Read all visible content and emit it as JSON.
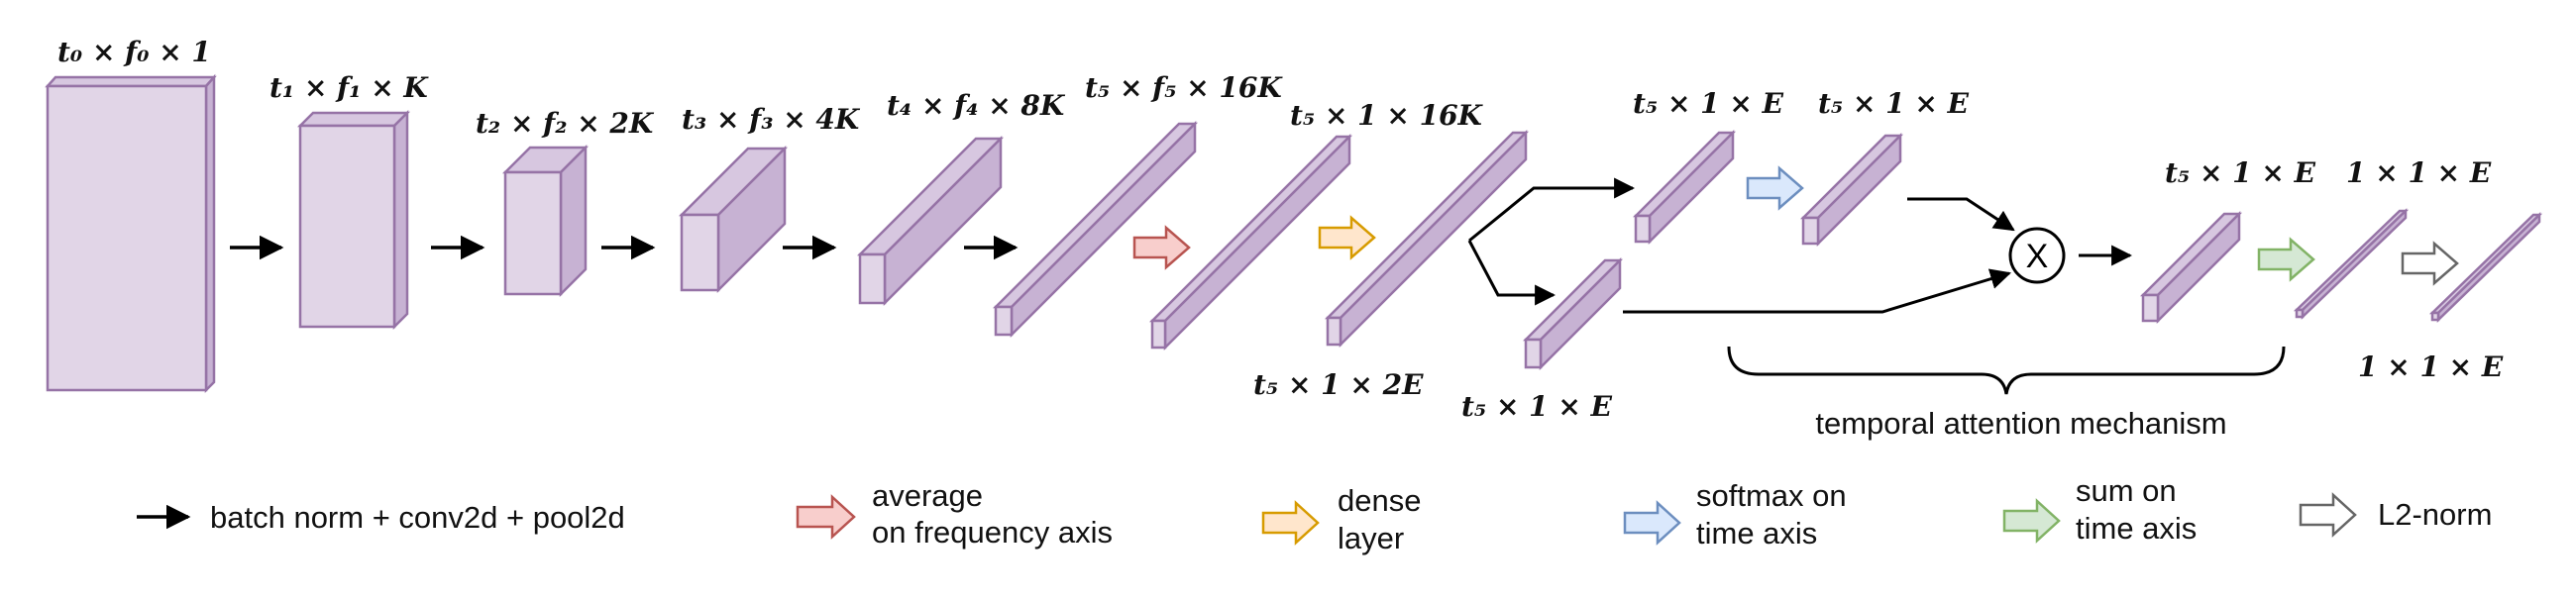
{
  "blocks": [
    {
      "label": "t₀ × f₀ × 1"
    },
    {
      "label": "t₁ × f₁  × K"
    },
    {
      "label": "t₂ × f₂  × 2K"
    },
    {
      "label": "t₃ × f₃ × 4K"
    },
    {
      "label": "t₄ × f₄ × 8K"
    },
    {
      "label": "t₅ × f₅ × 16K"
    },
    {
      "label": "t₅ × 1 × 16K"
    },
    {
      "label": "t₅ × 1 × 2E"
    },
    {
      "label": "t₅ × 1 × E"
    },
    {
      "label": "t₅ × 1 × E"
    },
    {
      "label": "t₅ × 1 × E"
    },
    {
      "label": "t₅ × 1 × E"
    },
    {
      "label": "1 × 1 × E"
    },
    {
      "label": "1 × 1 × E"
    }
  ],
  "operator": {
    "symbol": "X"
  },
  "brace": {
    "label": "temporal attention mechanism"
  },
  "legend": {
    "conv": "batch norm + conv2d + pool2d",
    "average": [
      "average",
      "on frequency axis"
    ],
    "dense": [
      "dense",
      "layer"
    ],
    "softmax": [
      "softmax on",
      "time axis"
    ],
    "sum": [
      "sum on",
      "time axis"
    ],
    "l2": "L2-norm"
  },
  "colors": {
    "block_fill": "#e1d5e7",
    "block_stroke": "#9673a6",
    "average_fill": "#f8cecc",
    "average_stroke": "#b85450",
    "dense_fill": "#ffe6cc",
    "dense_stroke": "#d79b00",
    "softmax_fill": "#dae8fc",
    "softmax_stroke": "#6c8ebf",
    "sum_fill": "#d5e8d4",
    "sum_stroke": "#82b366",
    "l2_fill": "#ffffff",
    "l2_stroke": "#666666"
  }
}
